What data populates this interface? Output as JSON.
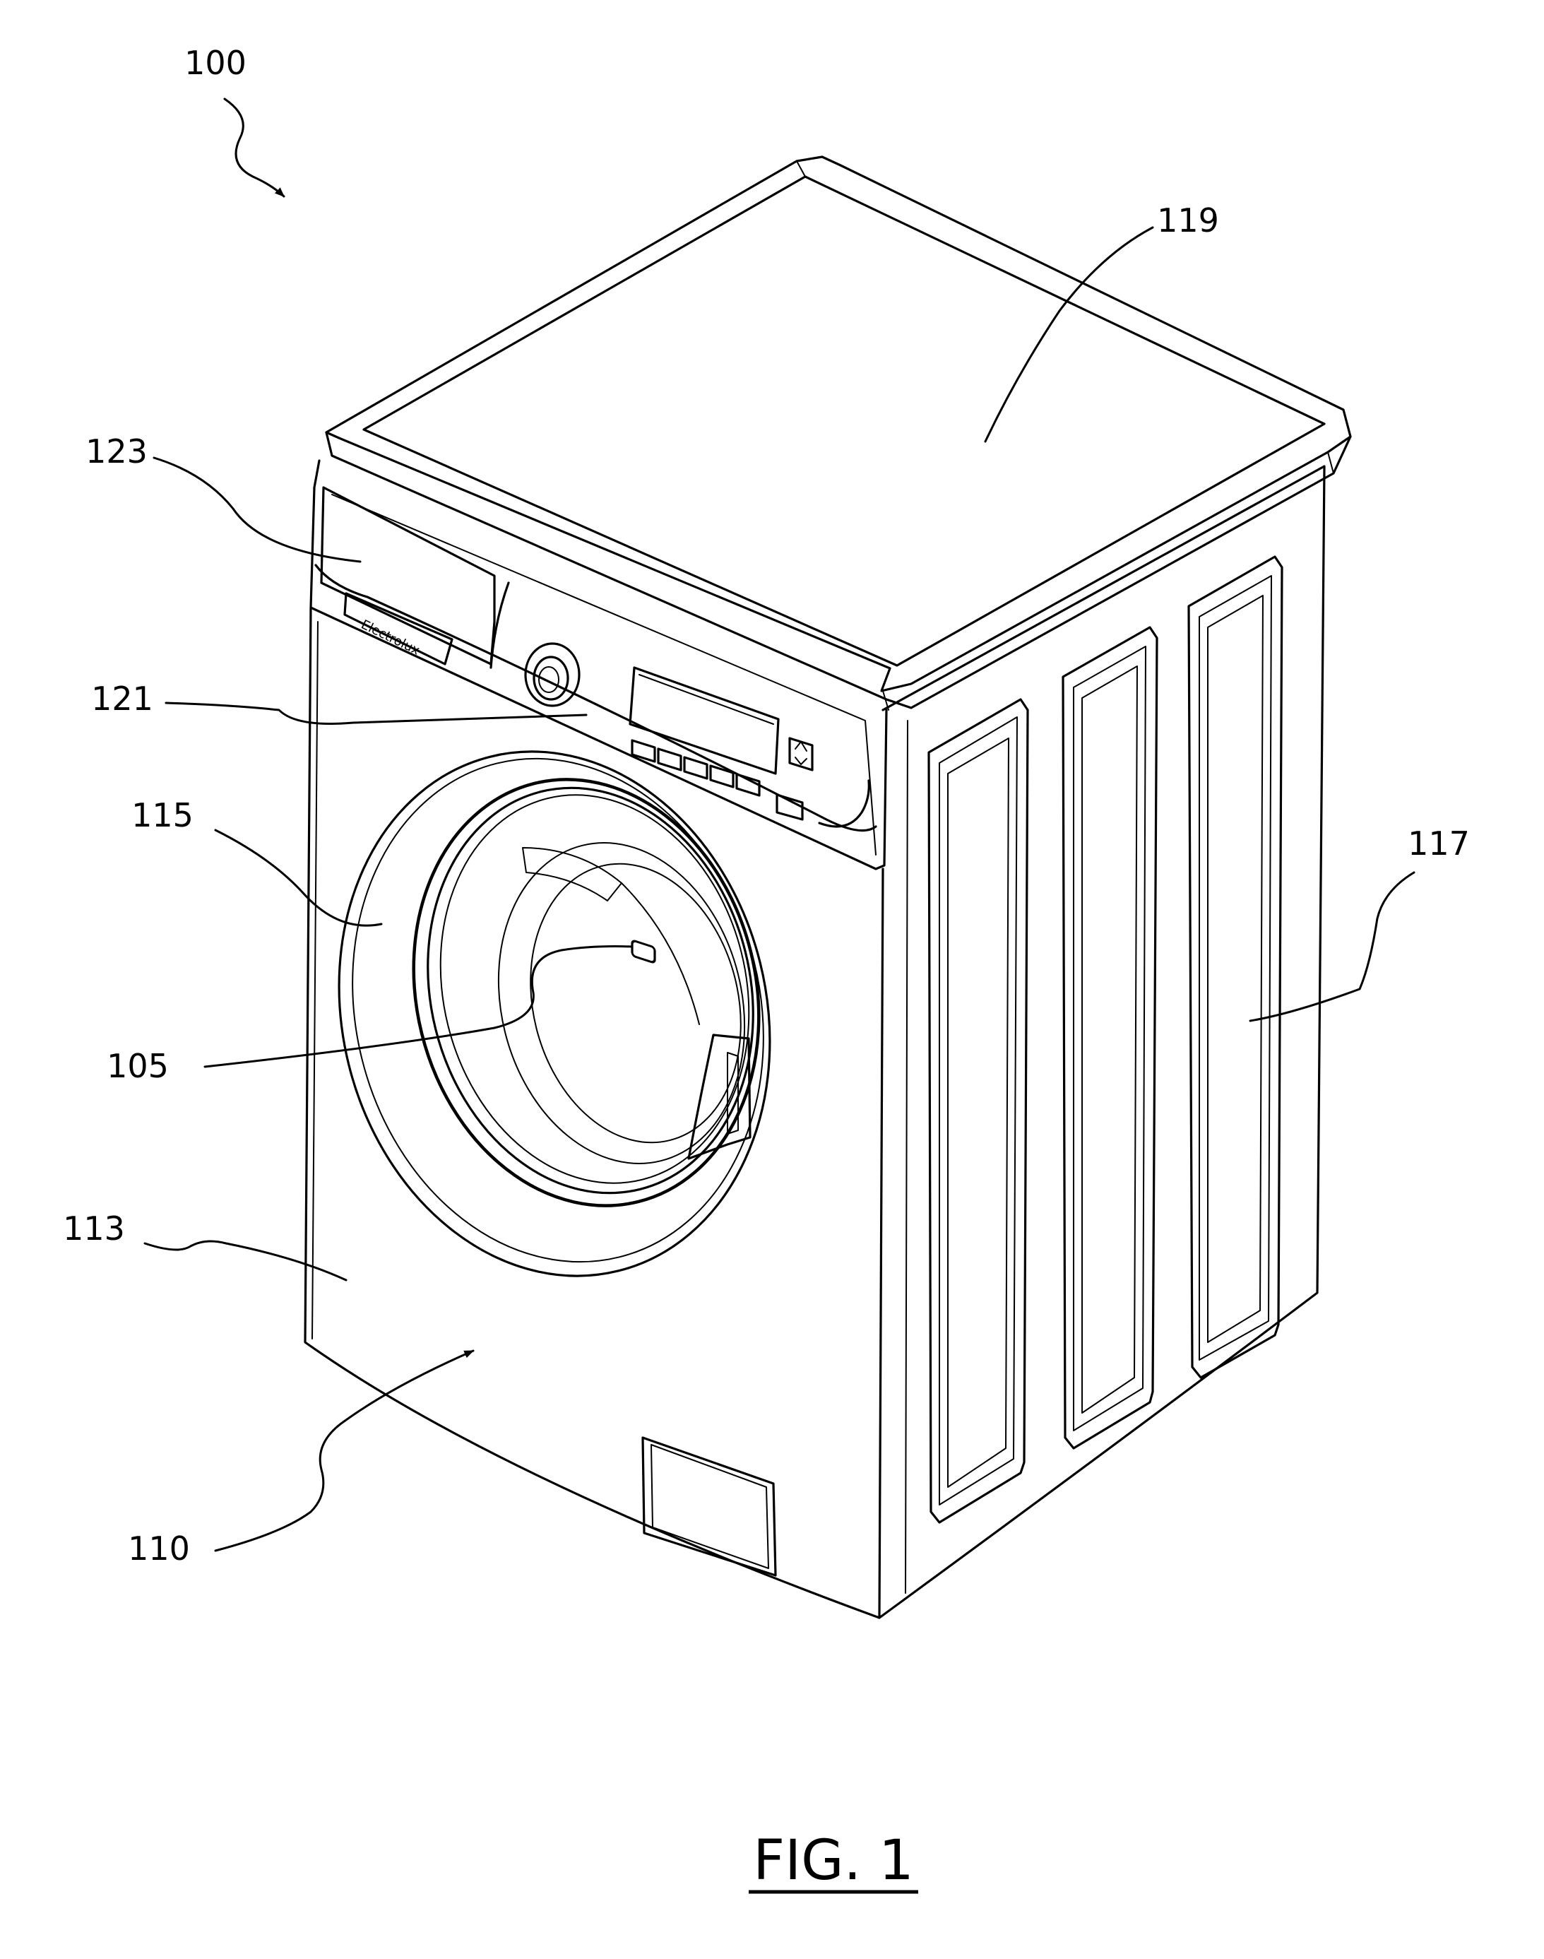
{
  "figure": {
    "caption": "FIG. 1",
    "reference_numerals": {
      "assembly": "100",
      "drum": "105",
      "cabinet": "110",
      "front_panel": "113",
      "door": "115",
      "side_panel": "117",
      "top_cover": "119",
      "control_panel": "121",
      "detergent_drawer": "123"
    }
  }
}
